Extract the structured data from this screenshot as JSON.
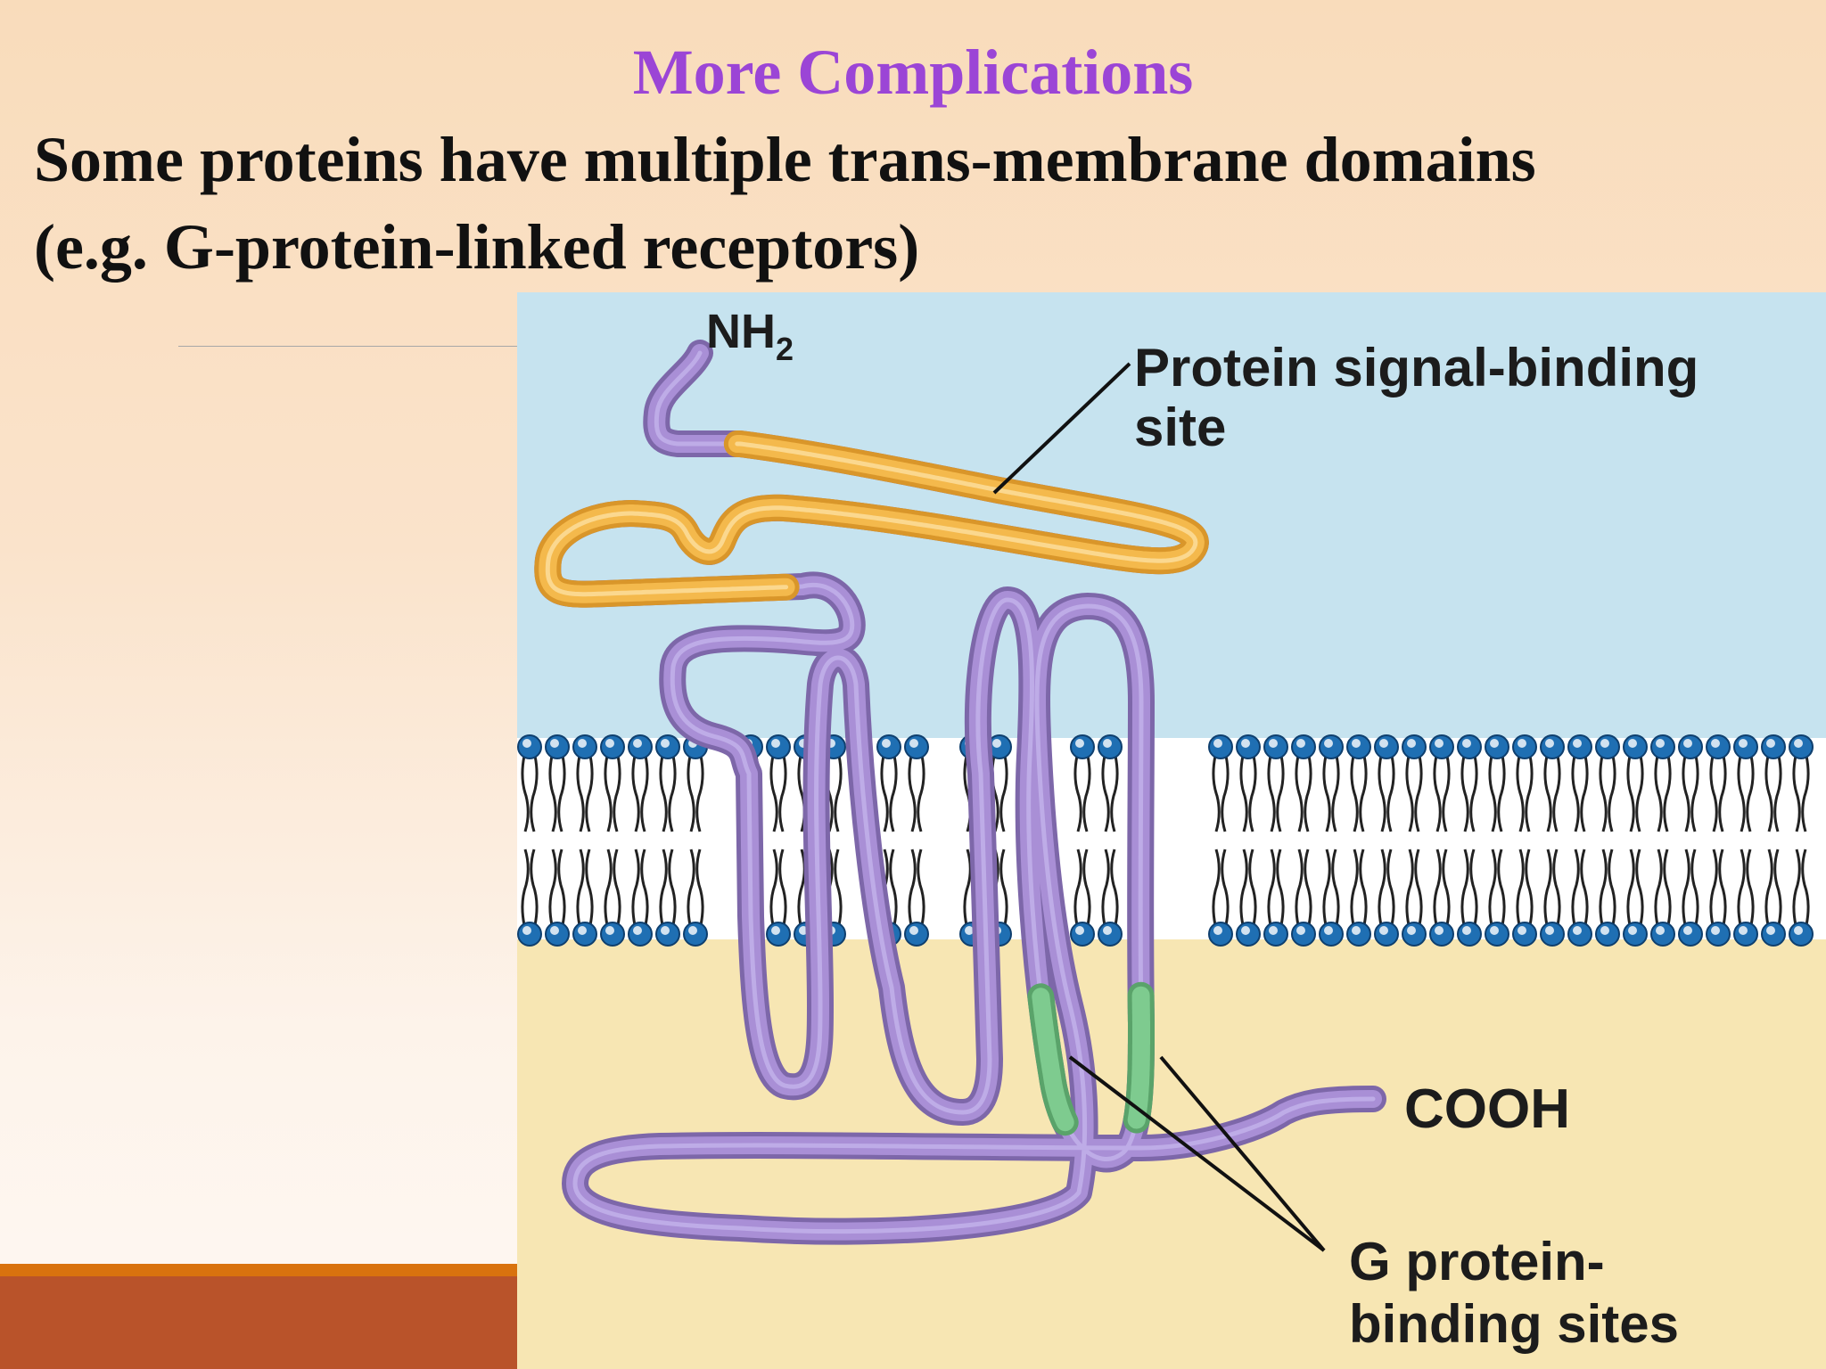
{
  "slide": {
    "title": "More Complications",
    "body_line_1": "Some proteins have multiple trans-membrane domains",
    "body_line_2": "(e.g. G-protein-linked receptors)"
  },
  "figure": {
    "nh2_label": "NH",
    "nh2_subscript": "2",
    "signal_site_line_1": "Protein signal-binding",
    "signal_site_line_2": "site",
    "cooh_label": "COOH",
    "gprotein_line_1": "G protein-",
    "gprotein_line_2": "binding sites"
  },
  "colors": {
    "title": "#9b45d6",
    "extracellular": "#c6e3ef",
    "cytoplasm": "#f7e6b3",
    "protein": "#a98fd6",
    "signal_site": "#f4b94c",
    "g_protein_site": "#7ecb8f",
    "phospholipid_head": "#1f6fb3",
    "accent_bar": "#d9720e",
    "footer_bar": "#b9532a"
  }
}
